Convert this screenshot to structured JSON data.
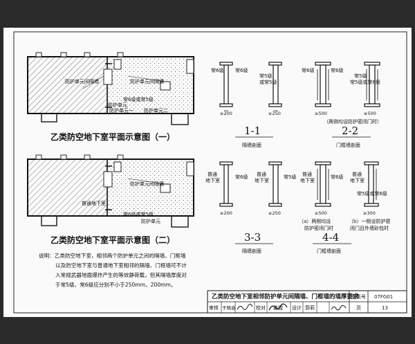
{
  "plan1": {
    "caption": "乙类防空地下室平面示意图（一）",
    "label_unit_wall": "防护单元间隔墙",
    "label_unit_wall_2": "防护单元间隔墙",
    "label_wall_thick_1": "常6级或常5级",
    "label_unit": "防护单元",
    "label_unit_1": "防护单元一",
    "label_unit_2": "防护单元二"
  },
  "plan2": {
    "caption": "乙类防空地下室平面示意图（二）",
    "label_unit_wall": "防护单元间隔墙",
    "label_normal": "普通地下室",
    "label_wall_thick": "常6级或常5级",
    "label_unit": "防护单元"
  },
  "sec11": {
    "num": "1-1",
    "title": "隔墙剖面",
    "left": "常6级",
    "mid": "常6级",
    "right1": "常5级",
    "right2": "或常5级",
    "dim1": "≥200",
    "dim2": "≥250"
  },
  "sec22": {
    "num": "2-2",
    "title": "门框墙剖面",
    "note": "（两侧均设防护密闭门时）",
    "l1": "常6级",
    "l2": "常6级",
    "r1": "常5级",
    "r2": "常5级或常6级",
    "dim1": "≥500",
    "dim2": "≥500"
  },
  "sec33": {
    "num": "3-3",
    "title": "隔墙剖面",
    "a1": "普通",
    "a2": "地下室",
    "b1": "常6级",
    "c1": "普通",
    "c2": "地下室",
    "d1": "常5级",
    "dim1": "≥200",
    "dim2": "≥250"
  },
  "sec44": {
    "num": "4-4",
    "title": "门框墙剖面",
    "a1": "普通",
    "a2": "地下室",
    "b1": "常6级",
    "c1": "普通",
    "c2": "地下室",
    "d1": "常5级或常6级",
    "dim1": "≥500",
    "dim2": "≥300",
    "cap_a1": "（a）两侧均设",
    "cap_a2": "防护密闭门时",
    "cap_b1": "（b）一侧设防护密",
    "cap_b2": "闭门且外墙砂包时"
  },
  "notes": {
    "lines": [
      "说明：乙类防空地下室，相邻两个防护单元之间的隔墙、门框墙",
      "以及防空地下室与普通地下室相邻的隔墙、门框墙可不计",
      "入常规武器地面爆炸产生的等效静荷载，但其隔墙厚度对",
      "于常5级、常6级应分别不小于250mm、200mm。"
    ]
  },
  "titleblock": {
    "title": "乙类防空地下室相邻防护单元间隔墙、门框墙的墙厚要求",
    "atlas_label": "图集号",
    "atlas_no": "07FG01",
    "review": "审核",
    "reviewer": "于晓音",
    "check": "校对",
    "checker": "姜霞",
    "design": "设计",
    "designer": "郭莉",
    "page_label": "页",
    "page_no": "13"
  }
}
